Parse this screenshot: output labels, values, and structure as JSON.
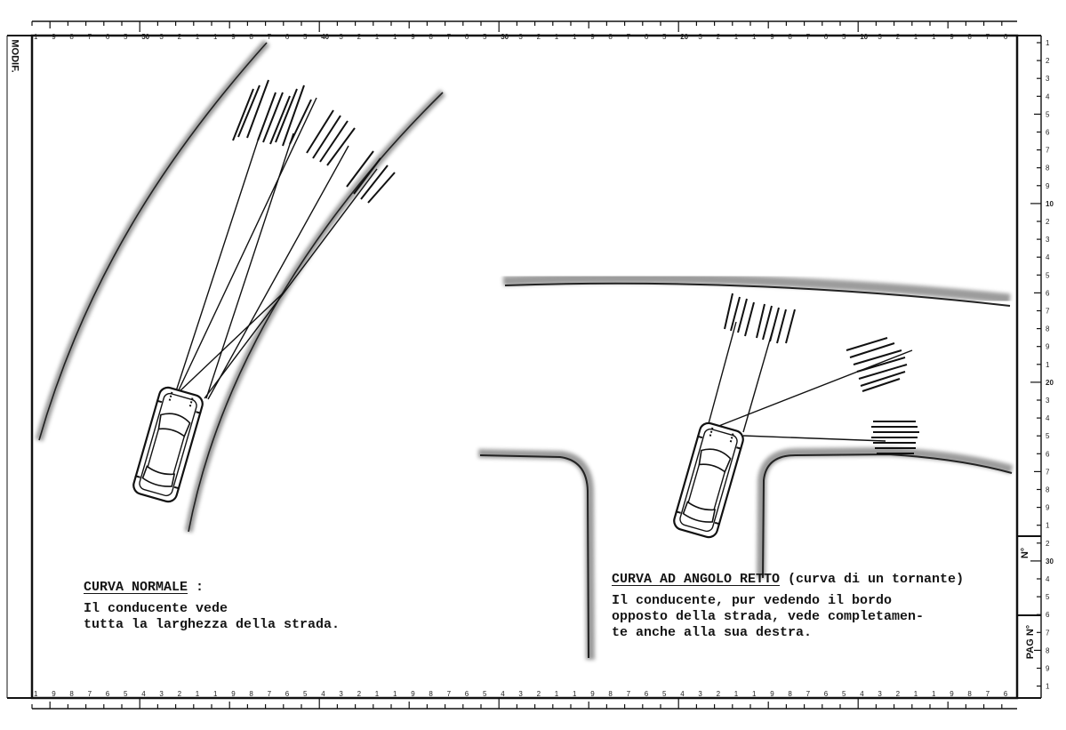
{
  "frame": {
    "label_modif": "MODIF.",
    "label_n": "N°",
    "label_pag": "PAG N°"
  },
  "ruler": {
    "top_major_labels": [
      "50",
      "40",
      "30",
      "20",
      "10"
    ],
    "right_major_labels": [
      "10",
      "20",
      "30"
    ],
    "minor_labels": [
      "1",
      "2",
      "3",
      "4",
      "5",
      "6",
      "7",
      "8",
      "9"
    ]
  },
  "diagram_left": {
    "caption_title": "CURVA NORMALE",
    "caption_suffix": " :",
    "caption_line1": "Il conducente vede",
    "caption_line2": "tutta la larghezza della strada."
  },
  "diagram_right": {
    "caption_title": "CURVA AD ANGOLO RETTO",
    "caption_suffix": " (curva di un tornante)",
    "caption_line1": "Il conducente, pur vedendo il bordo",
    "caption_line2": "opposto della strada, vede completamen-",
    "caption_line3": "te anche alla sua destra."
  },
  "colors": {
    "ink": "#141414",
    "road_edge_shadow": "#8a8a8a",
    "paper": "#ffffff"
  },
  "icons": [
    "car-topview-icon"
  ]
}
